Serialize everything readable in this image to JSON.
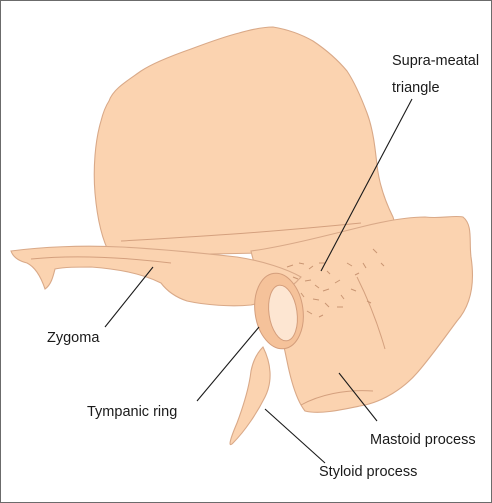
{
  "labels": {
    "supra_meatal_line1": "Supra-meatal",
    "supra_meatal_line2": "triangle",
    "zygoma": "Zygoma",
    "tympanic_ring": "Tympanic ring",
    "mastoid_process": "Mastoid process",
    "styloid_process": "Styloid process"
  },
  "colors": {
    "bone_fill": "#fbd3b0",
    "bone_highlight": "#fff6ee",
    "bone_outline": "#d9a988",
    "label_text": "#1a1a1a",
    "border": "#6b6b6b"
  }
}
